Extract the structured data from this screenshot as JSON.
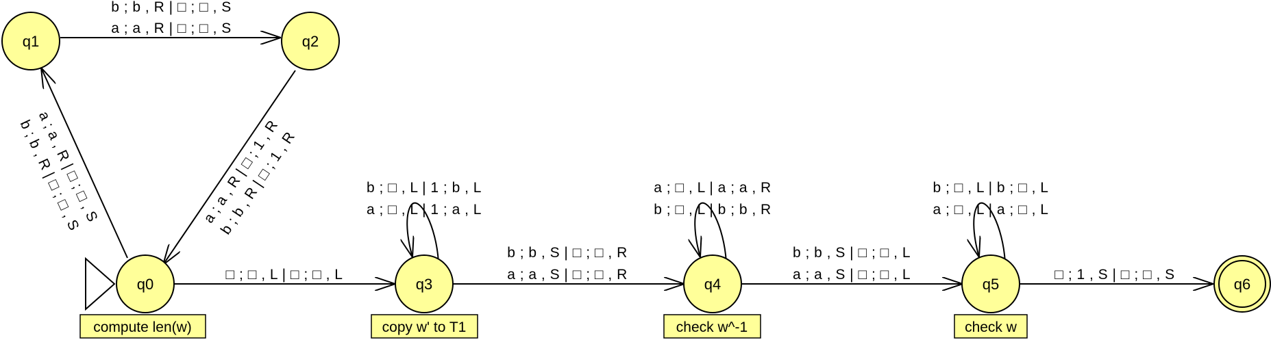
{
  "colors": {
    "state_fill": "#ffff99",
    "note_fill": "#ffff99",
    "stroke": "#000000",
    "background": "#ffffff"
  },
  "states": {
    "q0": "q0",
    "q1": "q1",
    "q2": "q2",
    "q3": "q3",
    "q4": "q4",
    "q5": "q5",
    "q6": "q6"
  },
  "start_state": "q0",
  "final_states": [
    "q6"
  ],
  "notes": {
    "q0": "compute len(w)",
    "q3": "copy w' to T1",
    "q4": "check w^-1",
    "q5": "check w"
  },
  "transitions": {
    "q1_q2": [
      "b ; b , R | □ ; □ , S",
      "a ; a , R | □ ; □ , S"
    ],
    "q2_q0": [
      "a ; a , R | □ ; 1 , R",
      "b ; b , R | □ ; 1 , R"
    ],
    "q0_q1": [
      "a ; a , R | □ ; □ , S",
      "b ; b , R | □ ; □ , S"
    ],
    "q0_q3": [
      "□ ; □ , L | □ ; □ , L"
    ],
    "q3_q3": [
      "b ; □ , L | 1 ; b , L",
      "a ; □ , L | 1 ; a , L"
    ],
    "q3_q4": [
      "b ; b , S | □ ; □ , R",
      "a ; a , S | □ ; □ , R"
    ],
    "q4_q4": [
      "a ; □ , L | a ; a , R",
      "b ; □ , L | b ; b , R"
    ],
    "q4_q5": [
      "b ; b , S | □ ; □ , L",
      "a ; a , S | □ ; □ , L"
    ],
    "q5_q5": [
      "b ; □ , L | b ; □ , L",
      "a ; □ , L | a ; □ , L"
    ],
    "q5_q6": [
      "□ ; 1 , S | □ ; □ , S"
    ]
  }
}
